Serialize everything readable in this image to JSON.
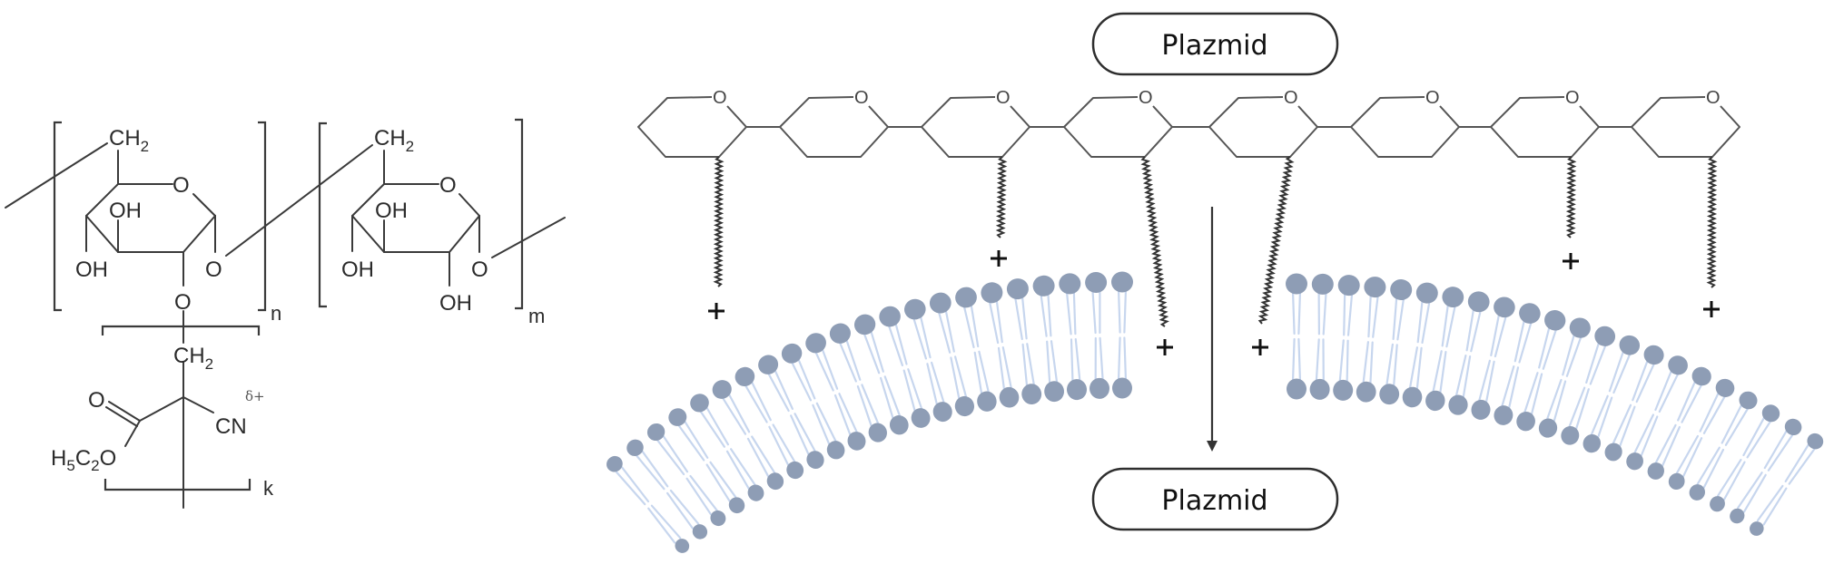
{
  "figure": {
    "left_structure": {
      "unit_n": {
        "ch2": "CH",
        "ch2_sub": "2",
        "ring_oxygen": "O",
        "oh_upper": "OH",
        "oh_lower_left": "OH",
        "o_glycosidic": "O",
        "o_substituent": "O",
        "index": "n"
      },
      "unit_m": {
        "ch2": "CH",
        "ch2_sub": "2",
        "ring_oxygen": "O",
        "oh_upper": "OH",
        "oh_lower_left": "OH",
        "o_glycosidic": "O",
        "oh_bottom": "OH",
        "index": "m"
      },
      "side_chain": {
        "ch2": "CH",
        "ch2_sub": "2",
        "carbonyl_o": "O",
        "ester_h": "H",
        "ester_h_sub": "5",
        "ester_c": "C",
        "ester_c_sub": "2",
        "ester_o": "O",
        "cyano": "CN",
        "partial_charge": "δ+",
        "index": "k"
      }
    },
    "plasmid_top_label": "Plazmid",
    "plasmid_bottom_label": "Plazmid",
    "polymer_chain": {
      "ring_oxygen_label": "O",
      "ring_count": 8,
      "pendant_rings": [
        1,
        3,
        4,
        5,
        7,
        8
      ],
      "pendant_charge": "+"
    },
    "membranes": {
      "left_lipid_count": 22,
      "right_lipid_count": 22
    },
    "colors": {
      "lipid_head": "#8e9db5",
      "lipid_tail": "#c7d6ee",
      "line": "#333333"
    }
  }
}
